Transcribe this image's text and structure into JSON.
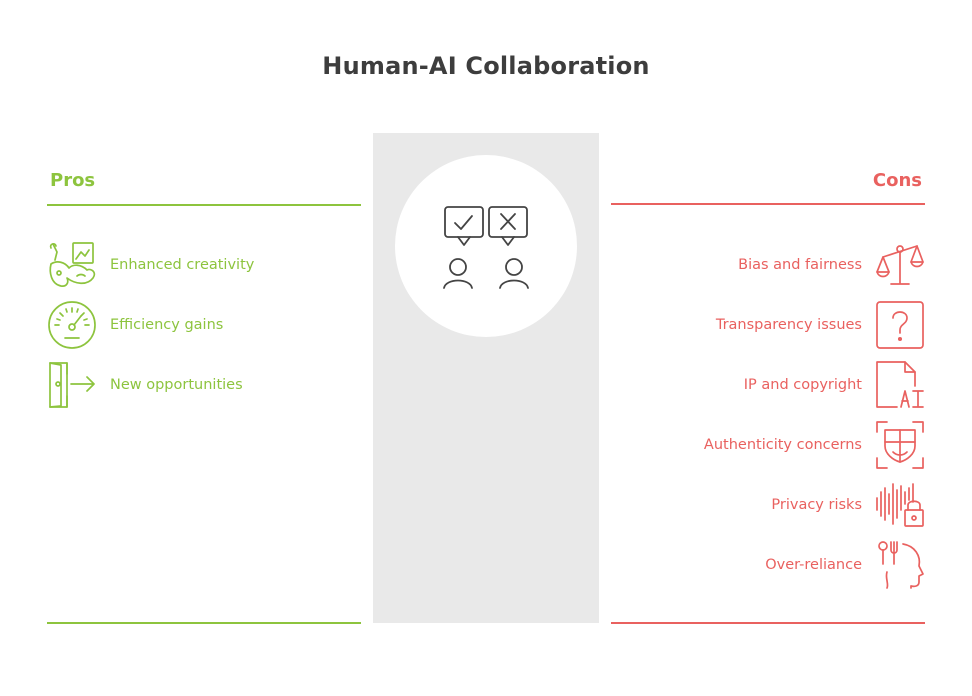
{
  "title": "Human-AI Collaboration",
  "colors": {
    "pros": "#8dc43e",
    "cons": "#e9615f",
    "band": "#e9e9e9",
    "text": "#3d3d3d"
  },
  "pros": {
    "heading": "Pros",
    "items": [
      {
        "label": "Enhanced creativity",
        "icon": "creativity-icon"
      },
      {
        "label": "Efficiency gains",
        "icon": "speedometer-icon"
      },
      {
        "label": "New opportunities",
        "icon": "door-exit-icon"
      }
    ]
  },
  "cons": {
    "heading": "Cons",
    "items": [
      {
        "label": "Bias and fairness",
        "icon": "scales-icon"
      },
      {
        "label": "Transparency issues",
        "icon": "question-box-icon"
      },
      {
        "label": "IP and copyright",
        "icon": "ai-document-icon"
      },
      {
        "label": "Authenticity concerns",
        "icon": "shield-scan-icon"
      },
      {
        "label": "Privacy risks",
        "icon": "audio-lock-icon"
      },
      {
        "label": "Over-reliance",
        "icon": "head-tools-icon"
      }
    ]
  },
  "center": {
    "icon": "people-approve-reject-icon"
  }
}
